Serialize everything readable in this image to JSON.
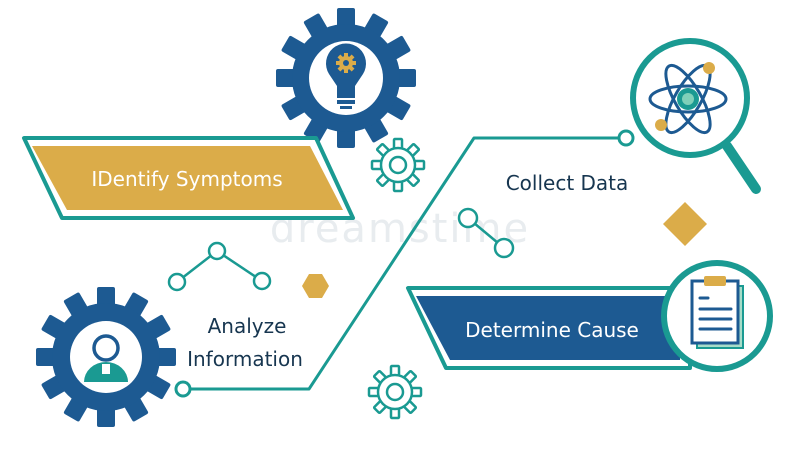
{
  "diagram": {
    "steps": [
      {
        "id": "identify",
        "label": "IDentify Symptoms",
        "style": "banner-gold",
        "icon": "lightbulb-gear-icon"
      },
      {
        "id": "collect",
        "label": "Collect Data",
        "style": "plain-text",
        "icon": "atom-magnifier-icon"
      },
      {
        "id": "analyze",
        "label_lines": [
          "Analyze",
          "Information"
        ],
        "style": "plain-text",
        "icon": "person-gear-icon"
      },
      {
        "id": "determine",
        "label": "Determine Cause",
        "style": "banner-blue",
        "icon": "clipboard-icon"
      }
    ],
    "watermark": "dreamstime"
  },
  "colors": {
    "teal": "#1a9a92",
    "navy": "#1d5a92",
    "gold": "#dbac49",
    "white": "#ffffff",
    "text_dark": "#173650"
  }
}
